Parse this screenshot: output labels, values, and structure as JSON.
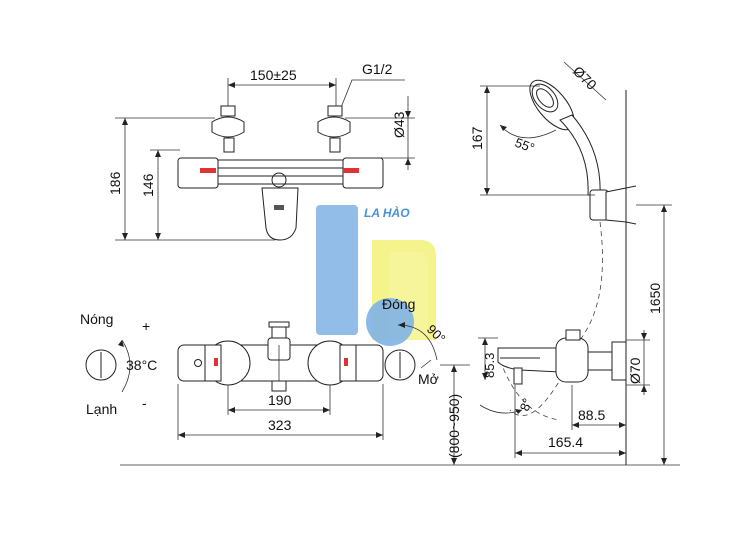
{
  "brand": {
    "name": "LA HÀO",
    "colors": {
      "blue": "#6fa8dc",
      "yellow": "#f2f07a",
      "text_blue": "#4a90d9"
    }
  },
  "top_view": {
    "dim_width": "150±25",
    "thread": "G1/2",
    "dia_handle": "Ø43",
    "dim_height_total": "186",
    "dim_height_inner": "146"
  },
  "front_view": {
    "hot_label": "Nóng",
    "plus": "+",
    "temp": "38°C",
    "cold_label": "Lạnh",
    "minus": "-",
    "dim_inner": "190",
    "dim_outer": "323",
    "close_label": "Đóng",
    "open_label": "Mở",
    "angle_90": "90°",
    "install_height": "(800~950)"
  },
  "side_view": {
    "dim_167": "167",
    "angle_55": "55°",
    "dia_head": "Ø70",
    "dim_1650": "1650",
    "dim_85_3": "85.3",
    "angle_8": "8°",
    "dim_88_5": "88.5",
    "dim_165_4": "165.4",
    "dia_base": "Ø70"
  }
}
